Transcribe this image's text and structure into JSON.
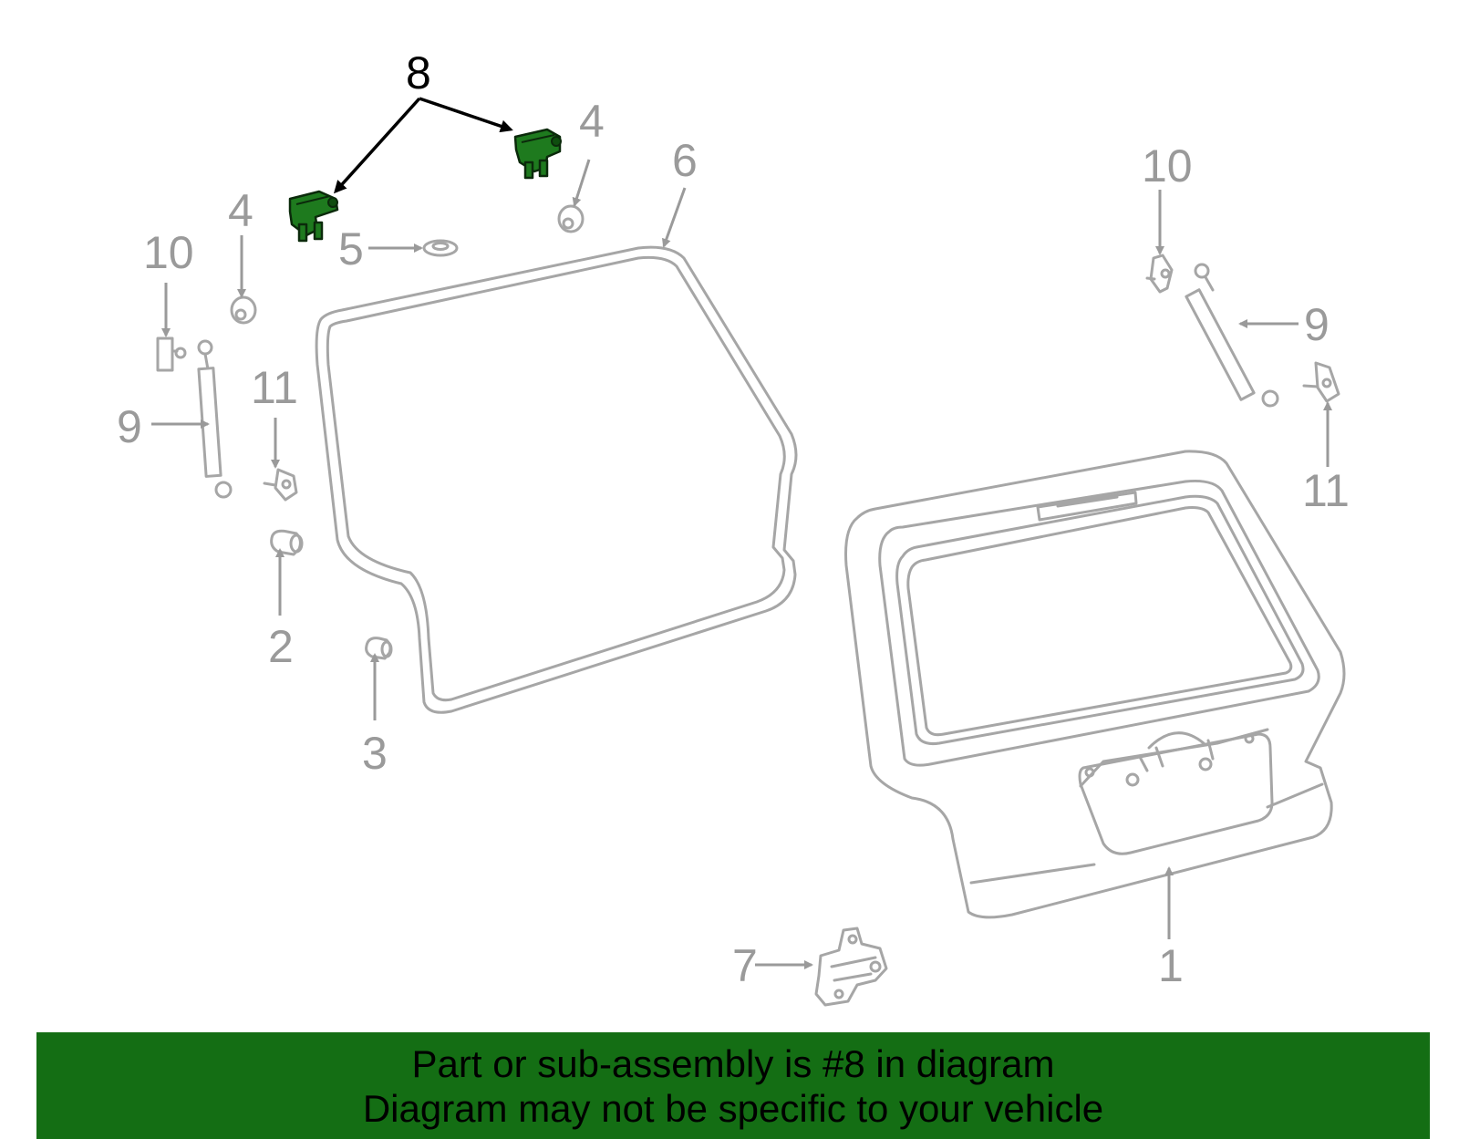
{
  "callouts": {
    "c8": "8",
    "c4_left": "4",
    "c4_right": "4",
    "c5": "5",
    "c6": "6",
    "c10_left": "10",
    "c10_right": "10",
    "c9_left": "9",
    "c9_right": "9",
    "c11_left": "11",
    "c11_right": "11",
    "c2": "2",
    "c3": "3",
    "c7": "7",
    "c1": "1"
  },
  "highlight_part": "8",
  "colors": {
    "highlight": "#1e7a1e",
    "banner": "#146e14",
    "part_lines": "#a6a6a6"
  },
  "banner": {
    "line1": "Part or sub-assembly is #8 in diagram",
    "line2": "Diagram may not be specific to your vehicle"
  }
}
